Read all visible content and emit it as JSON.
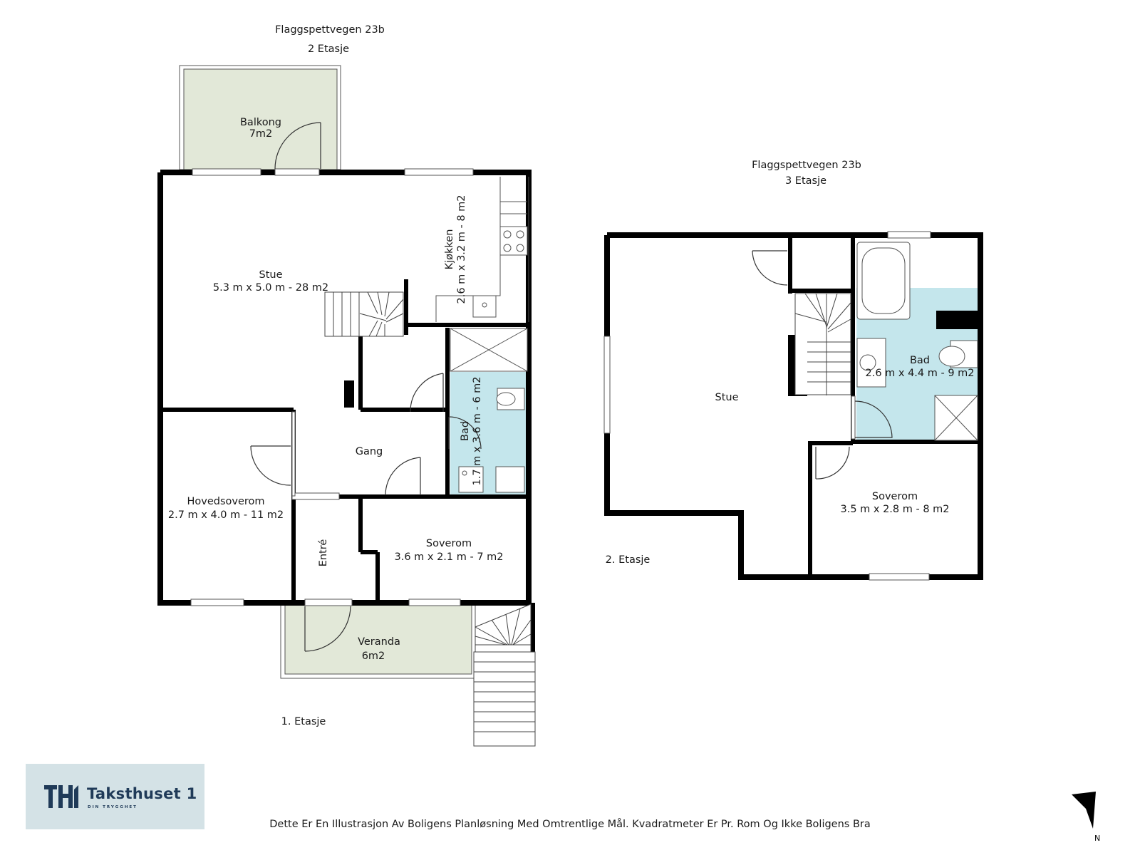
{
  "floor_a": {
    "address": "Flaggspettvegen 23b",
    "floor": "2 Etasje",
    "caption": "1. Etasje",
    "rooms": {
      "balkong": {
        "name": "Balkong",
        "size": "7m2"
      },
      "stue": {
        "name": "Stue",
        "size": "5.3 m x 5.0 m - 28 m2"
      },
      "kjokken": {
        "name": "Kjøkken",
        "size": "2.6 m x 3.2 m - 8 m2"
      },
      "bad": {
        "name": "Bad",
        "size": "1.7 m x 3.6 m - 6 m2"
      },
      "gang": {
        "name": "Gang"
      },
      "hovedsoverom": {
        "name": "Hovedsoverom",
        "size": "2.7 m x 4.0 m - 11 m2"
      },
      "entre": {
        "name": "Entré"
      },
      "soverom": {
        "name": "Soverom",
        "size": "3.6 m x 2.1 m - 7 m2"
      },
      "veranda": {
        "name": "Veranda",
        "size": "6m2"
      }
    }
  },
  "floor_b": {
    "address": "Flaggspettvegen 23b",
    "floor": "3 Etasje",
    "caption": "2. Etasje",
    "rooms": {
      "stue": {
        "name": "Stue"
      },
      "bad": {
        "name": "Bad",
        "size": "2.6 m x 4.4 m - 9 m2"
      },
      "soverom": {
        "name": "Soverom",
        "size": "3.5 m x 2.8 m - 8 m2"
      }
    }
  },
  "logo": {
    "brand": "Taksthuset 1",
    "tagline": "DIN TRYGGHET"
  },
  "disclaimer": "Dette Er En Illustrasjon Av Boligens Planløsning Med Omtrentlige Mål. Kvadratmeter Er Pr. Rom Og Ikke Boligens Bra",
  "north_label": "N",
  "colors": {
    "wall": "#000000",
    "wet_room": "#c4e6ec",
    "outdoor": "#e2e8d8"
  }
}
